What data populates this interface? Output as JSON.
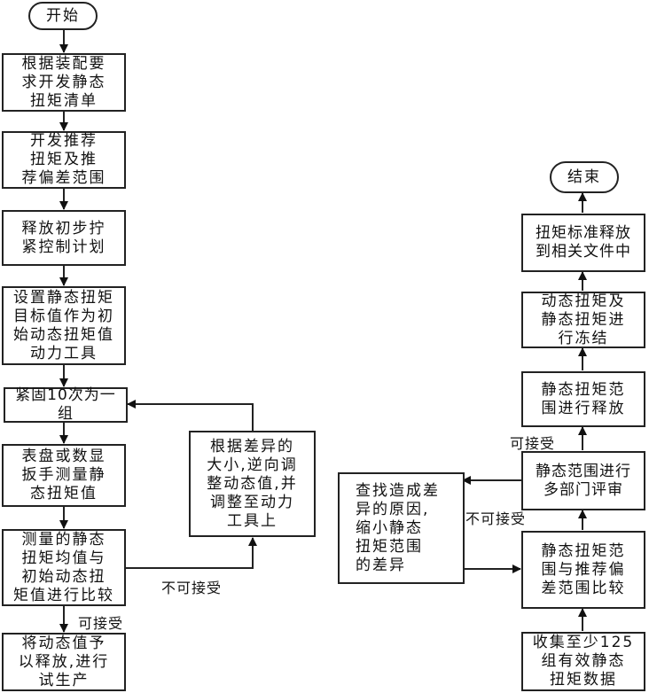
{
  "left_flow": {
    "start": "开始",
    "step1": "根据装配要\n求开发静态\n扭矩清单",
    "step2": "开发推荐\n扭矩及推\n荐偏差范围",
    "step3": "释放初步拧\n紧控制计划",
    "step4": "设置静态扭矩\n目标值作为初\n始动态扭矩值\n动力工具",
    "step5": "紧固10次为一组",
    "step6": "表盘或数显\n扳手测量静\n态扭矩值",
    "step7": "测量的静态\n扭矩均值与\n初始动态扭\n矩值进行比较",
    "step8": "将动态值予\n以释放,进行\n试生产",
    "adjust": "根据差异的\n大小,逆向调\n整动态值,并\n调整至动力\n工具上",
    "label_accept": "可接受",
    "label_reject": "不可接受"
  },
  "right_flow": {
    "collect": "收集至少125\n组有效静态\n扭矩数据",
    "compare": "静态扭矩范\n围与推荐偏\n差范围比较",
    "review": "静态范围进行\n多部门评审",
    "find_cause": "查找造成差\n异的原因,\n缩小静态\n扭矩范围\n的差异",
    "release_range": "静态扭矩范\n围进行释放",
    "freeze": "动态扭矩及\n静态扭矩进\n行冻结",
    "publish": "扭矩标准释放\n到相关文件中",
    "end": "结束",
    "label_accept": "可接受",
    "label_reject": "不可接受"
  }
}
